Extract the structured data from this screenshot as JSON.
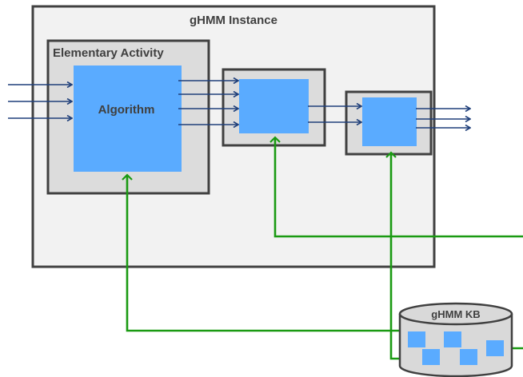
{
  "diagram": {
    "instance_label": "gHMM Instance",
    "activity_label": "Elementary Activity",
    "algorithm_label": "Algorithm",
    "kb_label": "gHMM KB"
  },
  "colors": {
    "frame_fill": "#f2f2f2",
    "frame_stroke": "#404040",
    "activity_fill": "#dcdcdc",
    "block_fill": "#5aabff",
    "arrow_blue": "#1f3f7a",
    "arrow_green": "#1a9a12",
    "kb_fill": "#d9d9d9"
  }
}
